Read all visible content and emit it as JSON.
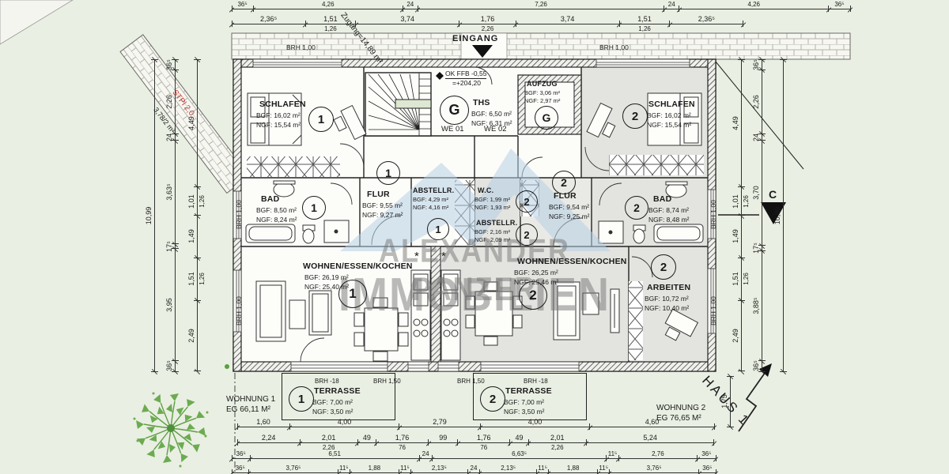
{
  "site": {
    "eingang": "EINGANG",
    "zugang": "Zugang=14,89 m²",
    "haus": "HAUS 1",
    "section_mark": "C",
    "stpl": "STPl 2,0",
    "stpl_dim": "3,78/2 m²",
    "brh_wall": "BRH 1,00",
    "ok_ffb": "OK FFB -0,55",
    "ok_ffb2": "=+204,20",
    "we1": "WE 01",
    "we2": "WE 02",
    "kitchen_star": "*"
  },
  "watermark": {
    "line1": "ALEXANDER PANZER",
    "line2": "IMMOBILIEN"
  },
  "apartments": [
    {
      "name": "WOHNUNG 1",
      "area": "EG 66,11 M²"
    },
    {
      "name": "WOHNUNG 2",
      "area": "EG 76,65 M²"
    }
  ],
  "rooms": [
    {
      "name": "SCHLAFEN",
      "mark": "1",
      "bgf": "BGF: 16,02 m²",
      "ngf": "NGF: 15,54 m²"
    },
    {
      "name": "BAD",
      "mark": "1",
      "bgf": "BGF: 8,50 m²",
      "ngf": "NGF: 8,24 m²"
    },
    {
      "name": "FLUR",
      "mark": "1",
      "bgf": "BGF: 9,55 m²",
      "ngf": "NGF: 9,27 m²"
    },
    {
      "name": "ABSTELLR.",
      "mark": "1",
      "bgf": "BGF: 4,29 m²",
      "ngf": "NGF: 4,16 m²"
    },
    {
      "name": "WOHNEN/ESSEN/KOCHEN",
      "mark": "1",
      "bgf": "BGF: 26,19 m²",
      "ngf": "NGF: 25,40 m²"
    },
    {
      "name": "W.C.",
      "mark": "2",
      "bgf": "BGF: 1,99 m²",
      "ngf": "NGF: 1,93 m²"
    },
    {
      "name": "ABSTELLR.",
      "mark": "2",
      "bgf": "BGF: 2,16 m²",
      "ngf": "NGF: 2,09 m²"
    },
    {
      "name": "FLUR",
      "mark": "2",
      "bgf": "BGF: 9,54 m²",
      "ngf": "NGF: 9,25 m²"
    },
    {
      "name": "BAD",
      "mark": "2",
      "bgf": "BGF: 8,74 m²",
      "ngf": "NGF: 8,48 m²"
    },
    {
      "name": "SCHLAFEN",
      "mark": "2",
      "bgf": "BGF: 16,02 m²",
      "ngf": "NGF: 15,54 m²"
    },
    {
      "name": "WOHNEN/ESSEN/KOCHEN",
      "mark": "2",
      "bgf": "BGF: 26,25 m²",
      "ngf": "NGF: 25,46 m²"
    },
    {
      "name": "ARBEITEN",
      "mark": "2",
      "bgf": "BGF: 10,72 m²",
      "ngf": "NGF: 10,40 m²"
    },
    {
      "name": "THS",
      "mark": "G",
      "bgf": "BGF: 6,50 m²",
      "ngf": "NGF: 6,31 m²"
    },
    {
      "name": "AUFZUG",
      "mark": "G",
      "bgf": "BGF: 3,06 m²",
      "ngf": "NGF: 2,97 m²"
    }
  ],
  "terraces": [
    {
      "name": "TERRASSE",
      "mark": "1",
      "bgf": "BGF: 7,00 m²",
      "ngf": "NGF: 3,50 m²"
    },
    {
      "name": "TERRASSE",
      "mark": "2",
      "bgf": "BGF: 7,00 m²",
      "ngf": "NGF: 3,50 m²"
    }
  ],
  "terrace_notes": [
    "BRH -18",
    "BRH 1,50",
    "BRH 1,50",
    "BRH -18"
  ],
  "colors": {
    "bg": "#e9efe2",
    "plan": "#fcfcf9",
    "shade": "#e3e3df",
    "wm_blue": "#b7d0e6",
    "red": "#c43b31",
    "tree": "#69aa4e"
  },
  "dims": {
    "top_a": [
      "36⁵",
      "4,26",
      "24",
      "7,26",
      "24",
      "4,26",
      "36⁵"
    ],
    "top_b": [
      {
        "t": "2,36⁵"
      },
      {
        "t": "1,51",
        "sub": "1,26"
      },
      {
        "t": "3,74"
      },
      {
        "t": "1,76",
        "sub": "2,26"
      },
      {
        "t": "3,74"
      },
      {
        "t": "1,51",
        "sub": "1,26"
      },
      {
        "t": "2,36⁵"
      }
    ],
    "bot_1": [
      "1,60",
      "4,00",
      "2,79",
      "4,00",
      "4,60"
    ],
    "bot_2": [
      {
        "t": "2,24"
      },
      {
        "t": "2,01",
        "sub": "2,26"
      },
      {
        "t": "49"
      },
      {
        "t": "1,76",
        "sub": "76"
      },
      {
        "t": "99"
      },
      {
        "t": "1,76",
        "sub": "76"
      },
      {
        "t": "49"
      },
      {
        "t": "2,01",
        "sub": "2,26"
      },
      {
        "t": "5,24"
      }
    ],
    "bot_3": [
      "36⁵",
      "6,51",
      "24",
      "6,63⁵",
      "11⁵",
      "2,76",
      "36⁵"
    ],
    "bot_4": [
      "36⁵",
      "3,76⁵",
      "11⁵",
      "1,88",
      "11⁵",
      "2,13⁵",
      "24",
      "2,13⁵",
      "11⁵",
      "1,88",
      "11⁵",
      "3,76⁵",
      "36⁵"
    ],
    "left_outer": [
      "10,99"
    ],
    "left_mid": [
      "36⁵",
      "2,26",
      "24",
      "3,63⁵",
      "17⁵",
      "3,95",
      "36⁵"
    ],
    "left_inner": [
      {
        "t": "4,49"
      },
      {
        "t": "1,01",
        "sub": "1,26"
      },
      {
        "t": "1,49"
      },
      {
        "t": "1,51",
        "sub": "1,26"
      },
      {
        "t": "2,49"
      }
    ],
    "right_inner": [
      {
        "t": "4,49"
      },
      {
        "t": "1,01",
        "sub": "1,26"
      },
      {
        "t": "1,49"
      },
      {
        "t": "1,51",
        "sub": "1,26"
      },
      {
        "t": "2,49"
      }
    ],
    "right_mid": [
      "36⁵",
      "2,26",
      "24",
      "3,70",
      "17⁵",
      "3,88⁵",
      "36⁵"
    ],
    "right_outer": [
      "10,99"
    ],
    "haus_offset": [
      "1,75"
    ]
  }
}
